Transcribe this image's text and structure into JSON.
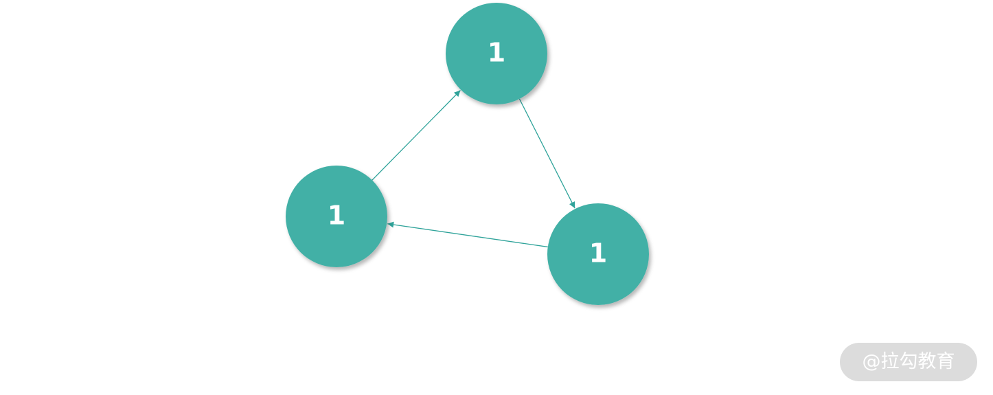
{
  "nodes": [
    {
      "id": "top",
      "label": "1"
    },
    {
      "id": "left",
      "label": "1"
    },
    {
      "id": "right",
      "label": "1"
    }
  ],
  "edges": [
    {
      "from": "top",
      "to": "right"
    },
    {
      "from": "right",
      "to": "left"
    },
    {
      "from": "left",
      "to": "top"
    }
  ],
  "colors": {
    "node_fill": "#43b0a6",
    "node_text": "#ffffff",
    "edge": "#2fa39a",
    "watermark_bg": "#dcdcdc"
  },
  "watermark": {
    "text": "@拉勾教育"
  }
}
